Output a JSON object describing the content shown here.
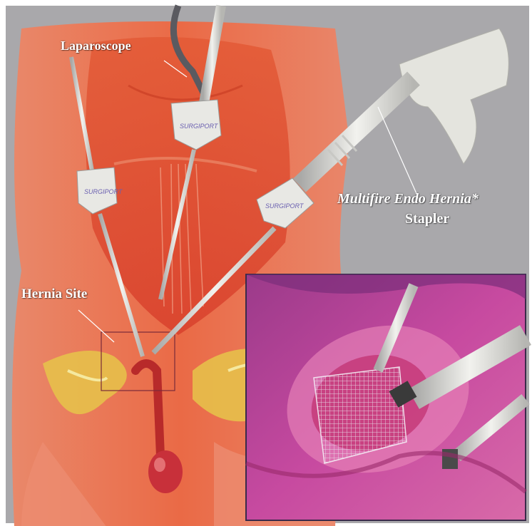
{
  "labels": {
    "laparoscope": "Laparoscope",
    "hernia_site": "Hernia Site",
    "stapler_line1": "Multifire Endo Hernia*",
    "stapler_line2": "Stapler"
  },
  "port_brand": "SURGIPORT",
  "colors": {
    "background": "#a9a8ab",
    "skin": "#e8785a",
    "muscle": "#d94a2a",
    "pelvis": "#e6c44a",
    "instrument": "#dcdcd8",
    "inset_tissue": "#b83f9a"
  }
}
